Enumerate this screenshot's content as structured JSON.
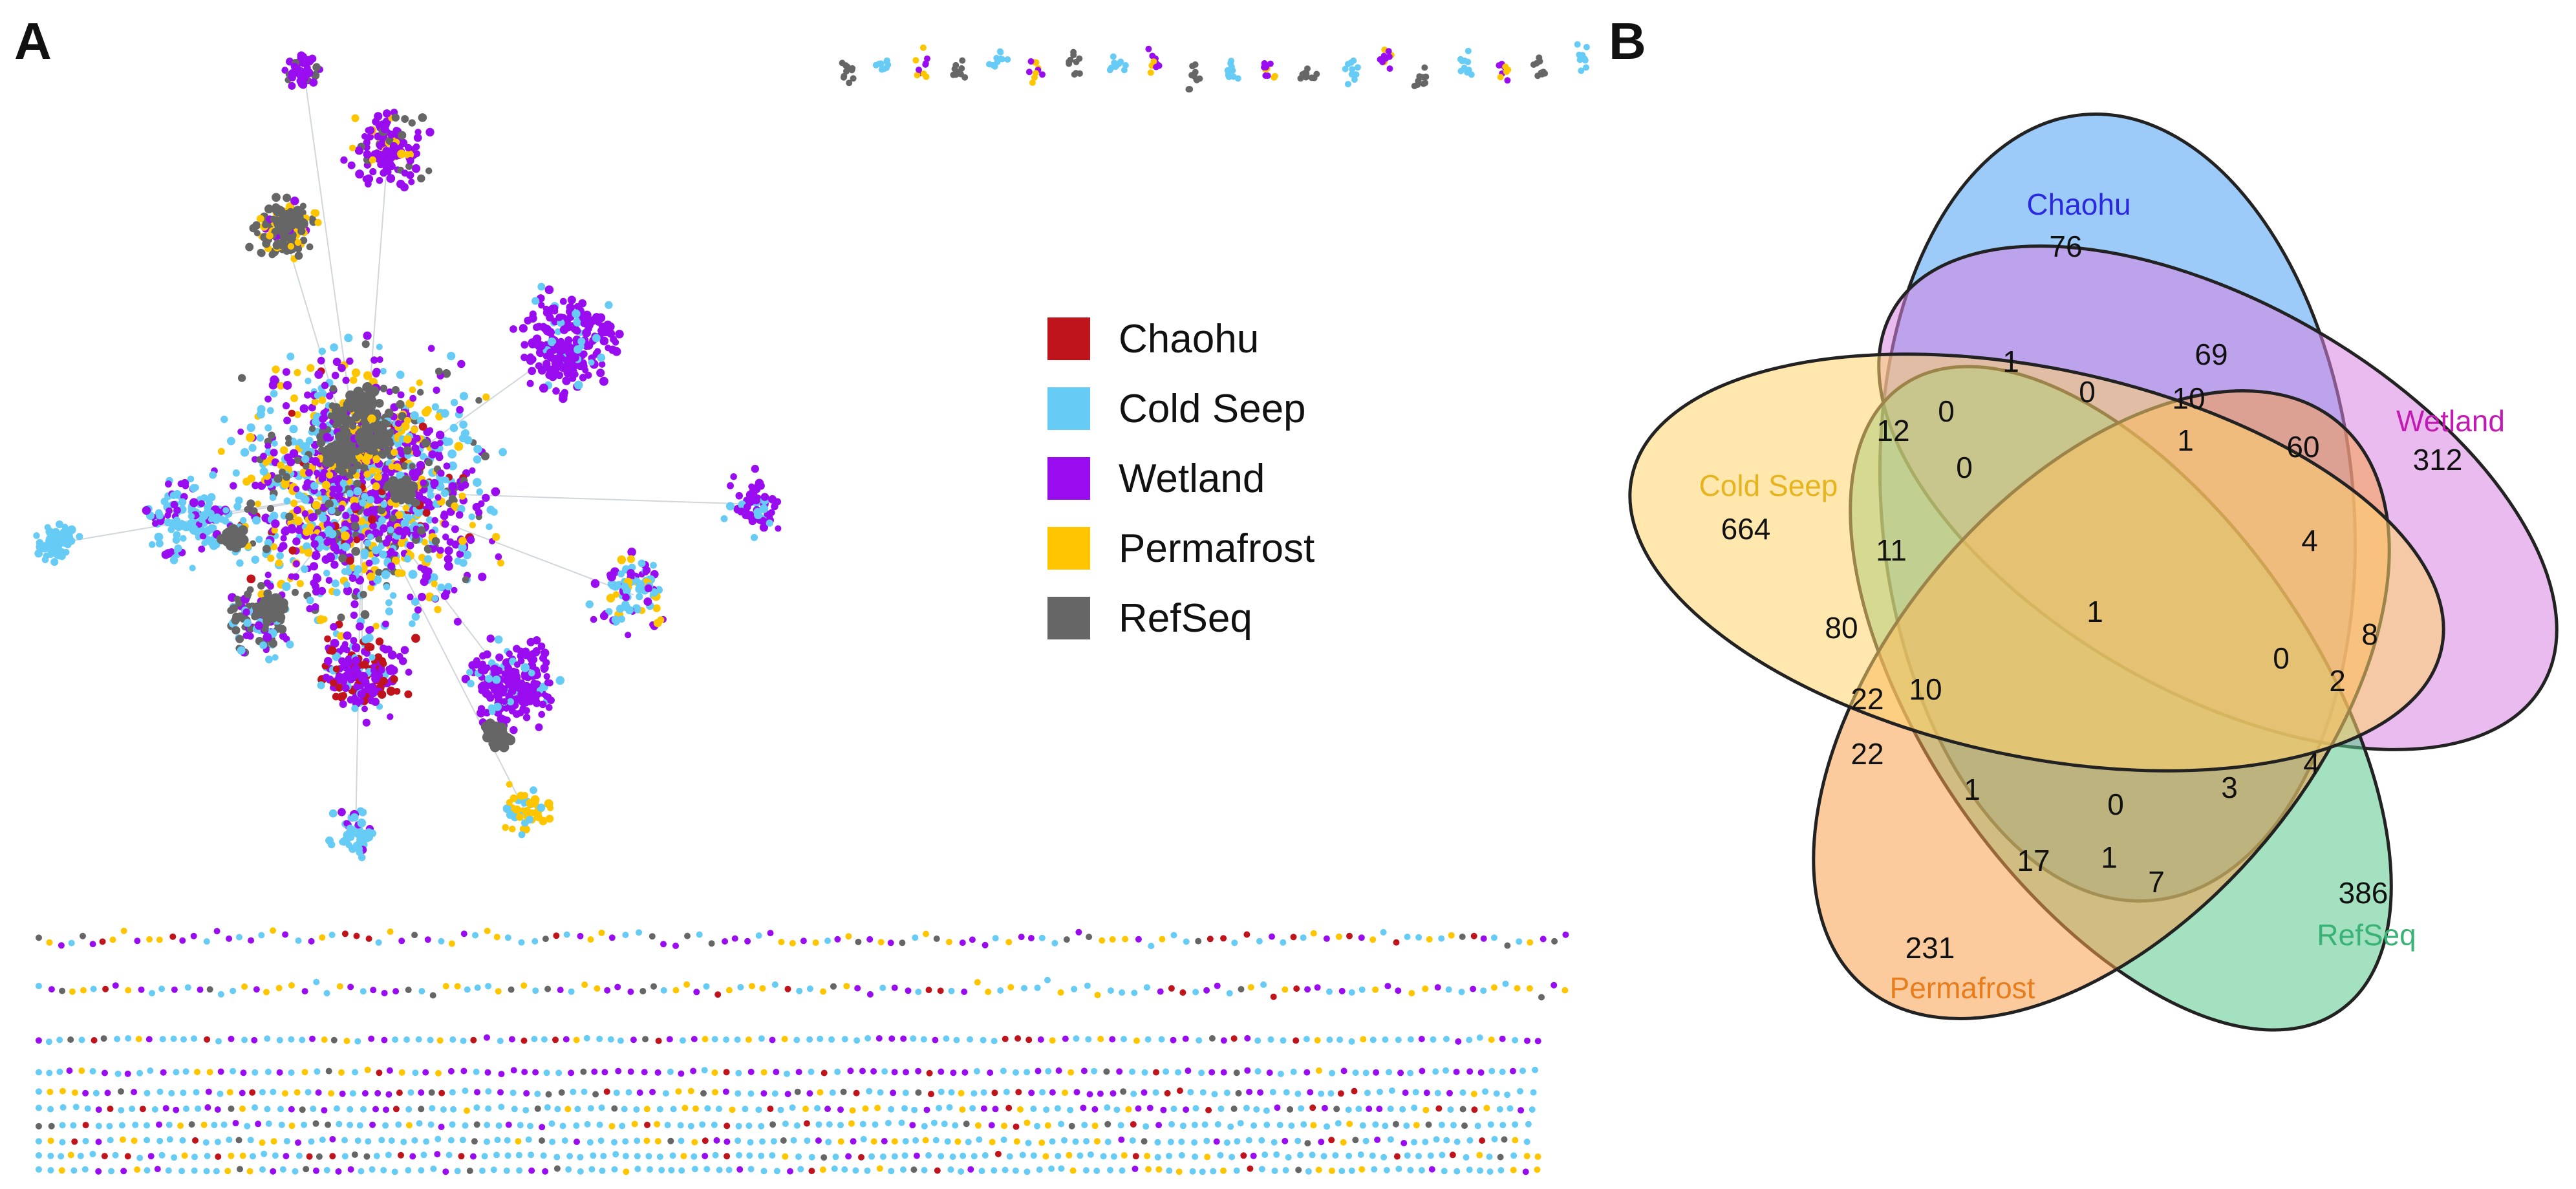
{
  "panels": {
    "a_label": "A",
    "b_label": "B"
  },
  "colors": {
    "chaohu": "#c0141c",
    "cold_seep": "#66ccf5",
    "wetland": "#9a0cf0",
    "permafrost": "#ffc600",
    "refseq": "#666666"
  },
  "legend": [
    {
      "label": "Chaohu",
      "color": "#c0141c"
    },
    {
      "label": "Cold Seep",
      "color": "#66ccf5"
    },
    {
      "label": "Wetland",
      "color": "#9a0cf0"
    },
    {
      "label": "Permafrost",
      "color": "#ffc600"
    },
    {
      "label": "RefSeq",
      "color": "#666666"
    }
  ],
  "venn": {
    "sets": [
      {
        "name": "Chaohu",
        "unique": "76",
        "color": "#2a6cf0",
        "fill": "#4aa0f4"
      },
      {
        "name": "Wetland",
        "unique": "312",
        "color": "#c21bb4",
        "fill": "#d784e0"
      },
      {
        "name": "RefSeq",
        "unique": "386",
        "color": "#3ab276",
        "fill": "#58c98c"
      },
      {
        "name": "Permafrost",
        "unique": "231",
        "color": "#e87d1e",
        "fill": "#f8a04c"
      },
      {
        "name": "Cold Seep",
        "unique": "664",
        "color": "#e6b41e",
        "fill": "#ffd36c"
      }
    ],
    "intersections": [
      "1",
      "69",
      "0",
      "10",
      "60",
      "12",
      "0",
      "1",
      "0",
      "4",
      "11",
      "80",
      "1",
      "8",
      "0",
      "2",
      "10",
      "22",
      "22",
      "4",
      "1",
      "0",
      "3",
      "17",
      "1",
      "7"
    ]
  }
}
